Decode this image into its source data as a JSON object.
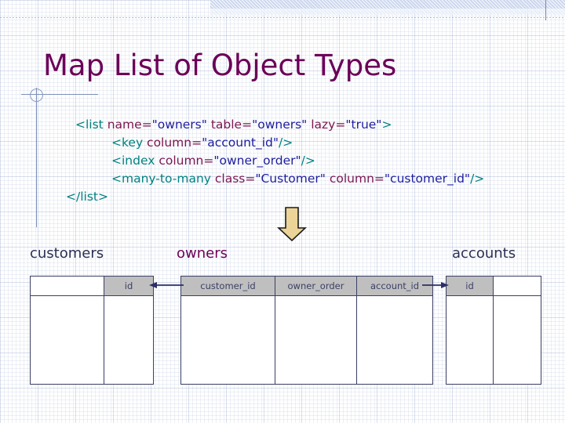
{
  "slide": {
    "title": "Map List of Object Types",
    "title_color": "#6b0057"
  },
  "code_block": {
    "lines": [
      {
        "indent": 0,
        "tokens": [
          {
            "t": "tag",
            "s": "<list "
          },
          {
            "t": "attr",
            "s": "name"
          },
          {
            "t": "eq",
            "s": "="
          },
          {
            "t": "val",
            "s": "\"owners\""
          },
          {
            "t": "attr",
            "s": " table"
          },
          {
            "t": "eq",
            "s": "="
          },
          {
            "t": "val",
            "s": "\"owners\""
          },
          {
            "t": "attr",
            "s": " lazy"
          },
          {
            "t": "eq",
            "s": "="
          },
          {
            "t": "val",
            "s": "\"true\""
          },
          {
            "t": "tag",
            "s": ">"
          }
        ]
      },
      {
        "indent": 1,
        "tokens": [
          {
            "t": "tag",
            "s": "<key "
          },
          {
            "t": "attr",
            "s": "column"
          },
          {
            "t": "eq",
            "s": "="
          },
          {
            "t": "val",
            "s": "\"account_id\""
          },
          {
            "t": "tag",
            "s": "/>"
          }
        ]
      },
      {
        "indent": 1,
        "tokens": [
          {
            "t": "tag",
            "s": "<index "
          },
          {
            "t": "attr",
            "s": "column"
          },
          {
            "t": "eq",
            "s": "="
          },
          {
            "t": "val",
            "s": "\"owner_order\""
          },
          {
            "t": "tag",
            "s": "/>"
          }
        ]
      },
      {
        "indent": 1,
        "tokens": [
          {
            "t": "tag",
            "s": "<many-to-many "
          },
          {
            "t": "attr",
            "s": "class"
          },
          {
            "t": "eq",
            "s": "="
          },
          {
            "t": "val",
            "s": "\"Customer\""
          },
          {
            "t": "attr",
            "s": " column"
          },
          {
            "t": "eq",
            "s": "="
          },
          {
            "t": "val",
            "s": "\"customer_id\""
          },
          {
            "t": "tag",
            "s": "/>"
          }
        ]
      },
      {
        "indent": -1,
        "tokens": [
          {
            "t": "tag",
            "s": "</list>"
          }
        ]
      }
    ],
    "colors": {
      "tag": "#008080",
      "attribute": "#7b1650",
      "value": "#1d1d9e"
    }
  },
  "diagram": {
    "arrow_down": {
      "name": "down-arrow",
      "fill": "#ecd498",
      "stroke": "#1a1a1a"
    },
    "tables": [
      {
        "label": "customers",
        "label_color": "#2b2f55",
        "header_cells": [
          {
            "text": "",
            "highlight": false
          },
          {
            "text": "id",
            "highlight": true
          }
        ]
      },
      {
        "label": "owners",
        "label_color": "#6b0057",
        "header_cells": [
          {
            "text": "customer_id",
            "highlight": true
          },
          {
            "text": "owner_order",
            "highlight": true
          },
          {
            "text": "account_id",
            "highlight": true
          }
        ]
      },
      {
        "label": "accounts",
        "label_color": "#2b2f55",
        "header_cells": [
          {
            "text": "id",
            "highlight": true
          },
          {
            "text": "",
            "highlight": false
          }
        ]
      }
    ],
    "connectors": [
      {
        "name": "owners-to-customers",
        "direction": "left"
      },
      {
        "name": "owners-to-accounts",
        "direction": "right"
      }
    ],
    "header_fill": "#bfbfbf",
    "border_color": "#3a3f63"
  }
}
